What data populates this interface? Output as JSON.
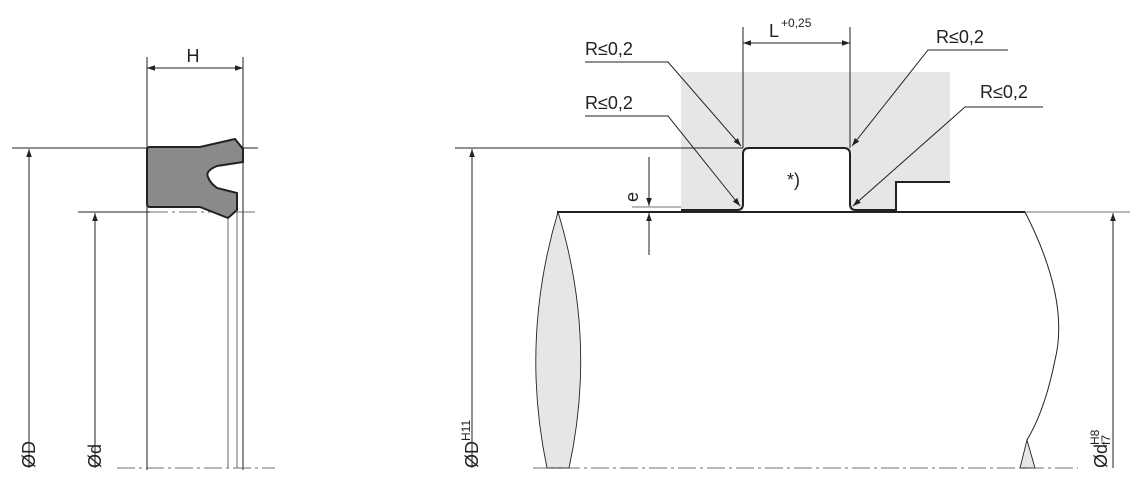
{
  "seal_view": {
    "height_label": "H",
    "outer_diameter_label": "ØD",
    "inner_diameter_label": "Ød"
  },
  "groove_view": {
    "groove_length_label": "L",
    "groove_length_tolerance": "+0,25",
    "radius_labels": [
      "R≤0,2",
      "R≤0,2",
      "R≤0,2",
      "R≤0,2"
    ],
    "footnote_marker": "*)",
    "gap_label": "e",
    "bore_diameter_label": "ØD",
    "bore_tolerance": "H11",
    "shaft_diameter_label": "Ød",
    "shaft_tolerance_upper": "H8",
    "shaft_tolerance_lower": "f7"
  },
  "colors": {
    "seal_fill": "#8a8a8a",
    "housing_fill": "#e6e6e6",
    "line": "#222222"
  }
}
